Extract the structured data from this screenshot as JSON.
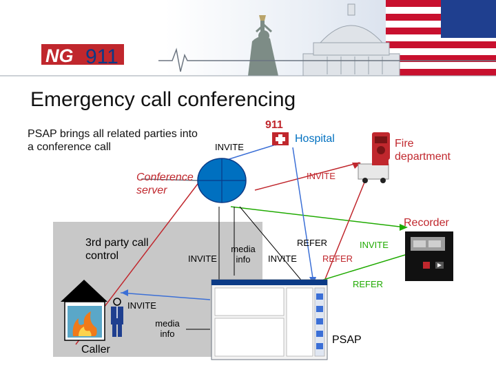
{
  "banner": {
    "logo_ng": "NG",
    "logo_911": "911",
    "colors": {
      "ng_red": "#c0272d",
      "ng_blue": "#0b3a86",
      "flag_red": "#c8102e",
      "flag_blue": "#1f3f8f"
    }
  },
  "title": "Emergency call conferencing",
  "subtitle": "PSAP brings all related parties into a conference call",
  "nodes": {
    "conference_server": "Conference server",
    "hospital": "Hospital",
    "hospital_sign": "911",
    "fire_department": "Fire department",
    "recorder": "Recorder",
    "third_party": "3rd party call control",
    "caller": "Caller",
    "psap": "PSAP"
  },
  "messages": {
    "invite_top": "INVITE",
    "invite_fire": "INVITE",
    "invite_left": "INVITE",
    "media_info_top": "media info",
    "refer_center": "REFER",
    "invite_center": "INVITE",
    "refer_right": "REFER",
    "invite_recorder": "INVITE",
    "refer_recorder": "REFER",
    "invite_caller": "INVITE",
    "media_info_caller": "media info"
  },
  "colors": {
    "conference": "#0070c0",
    "blue_line": "#3b6fd6",
    "red_line": "#c0272d",
    "green_line": "#1faa00",
    "label_red": "#c0272d"
  }
}
